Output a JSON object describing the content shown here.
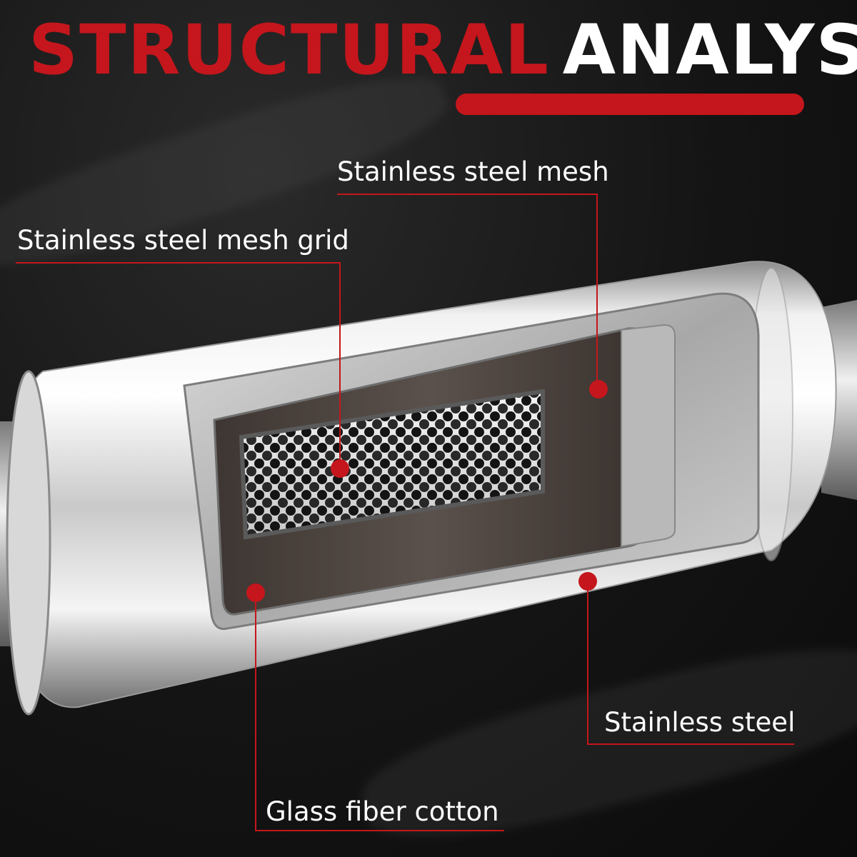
{
  "title": {
    "part1": "STRUCTURAL",
    "part2": "ANALYSIS"
  },
  "labels": {
    "steel_mesh": "Stainless steel mesh",
    "steel_mesh_grid": "Stainless steel mesh grid",
    "stainless_steel": "Stainless steel",
    "glass_fiber": "Glass fiber cotton"
  },
  "colors": {
    "accent_red": "#c4161c",
    "text_white": "#ffffff"
  }
}
